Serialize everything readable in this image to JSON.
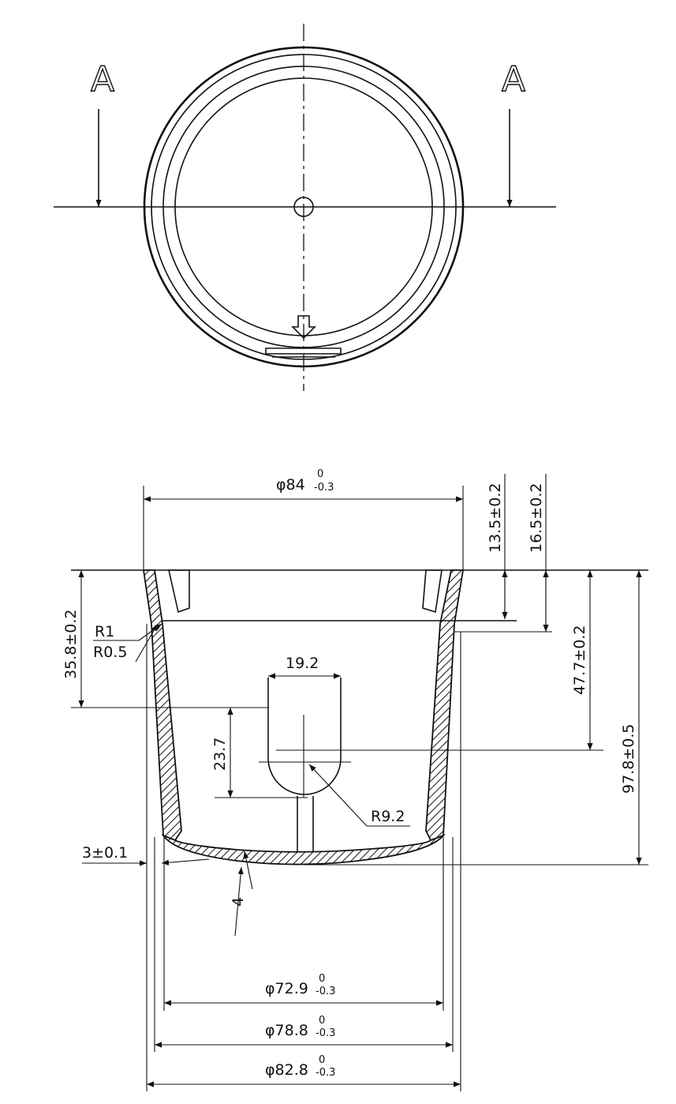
{
  "section_marks": {
    "left": "A",
    "right": "A"
  },
  "dimensions": {
    "outer_top_dia": "φ84",
    "outer_top_tol": "-0.3",
    "tol_upper": "0",
    "flange_13": "13.5±0.2",
    "flange_16": "16.5±0.2",
    "depth_358": "35.8±0.2",
    "depth_477": "47.7±0.2",
    "height_978": "97.8±0.5",
    "r1": "R1",
    "r05": "R0.5",
    "slot_width": "19.2",
    "slot_height": "23.7",
    "slot_radius": "R9.2",
    "wall": "3±0.1",
    "bottom": "4",
    "dia_729": "φ72.9",
    "dia_788": "φ78.8",
    "dia_828": "φ82.8",
    "dia_tol": "-0.3"
  },
  "colors": {
    "line": "#111111",
    "background": "#ffffff"
  }
}
